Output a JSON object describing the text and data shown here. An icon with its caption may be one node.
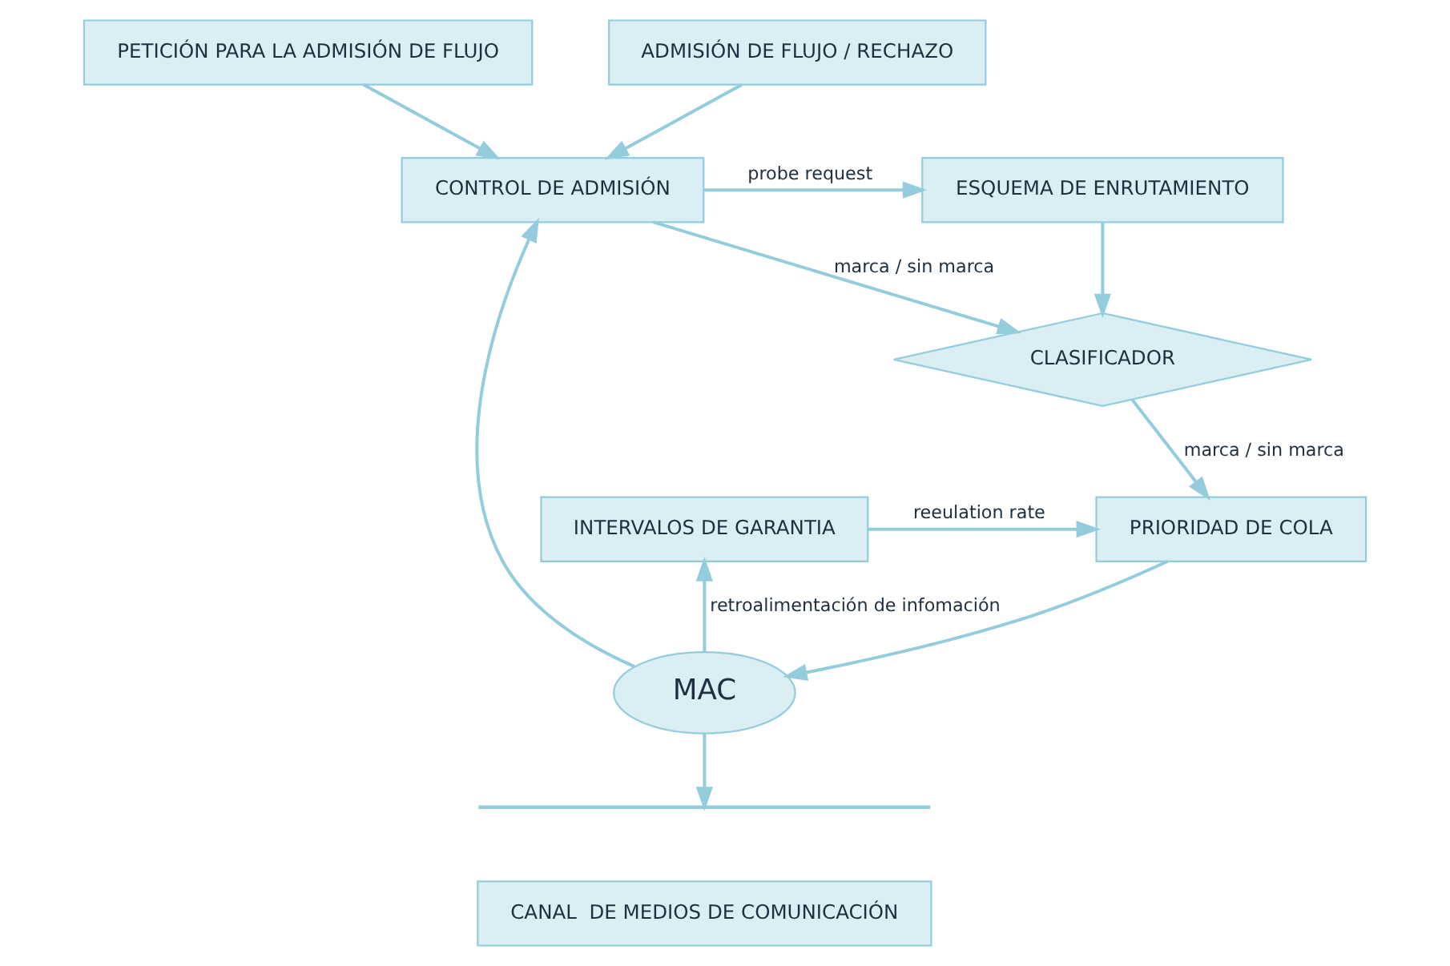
{
  "diagram": {
    "nodes": [
      {
        "text": [
          "PETICIÓN PARA LA ADMISIÓN DE FLUJO"
        ]
      },
      {
        "text": [
          "ADMISIÓN DE FLUJO / RECHAZO"
        ]
      },
      {
        "text": [
          "ESQUEMA DE ENRUTAMIENTO"
        ]
      },
      {
        "text": [
          "CONTROL DE ADMISIÓN"
        ]
      },
      {
        "text": [
          "CLASIFICADOR"
        ]
      },
      {
        "text": [
          "PRIORIDAD DE COLA"
        ]
      },
      {
        "text": [
          "INTERVALOS DE GARANTIA"
        ]
      },
      {
        "text": [
          "MAC"
        ]
      },
      {
        "text": [],
        "shape": "bar"
      },
      {
        "text": [
          "CANAL  DE MEDIOS DE COMUNICACIÓN"
        ]
      }
    ],
    "edges": [
      {
        "from": 0,
        "to": 3,
        "arrow": "to"
      },
      {
        "from": 1,
        "to": 3,
        "arrow": "to"
      },
      {
        "from": 3,
        "to": 2,
        "arrow": "to",
        "label": "probe request"
      },
      {
        "from": 2,
        "to": 4,
        "arrow": "to"
      },
      {
        "from": 3,
        "to": 4,
        "arrow": "to",
        "label": "marca / sin marca"
      },
      {
        "from": 4,
        "to": 5,
        "arrow": "to",
        "label": "marca / sin marca"
      },
      {
        "from": 6,
        "to": 5,
        "arrow": "to",
        "label": "reeulation rate"
      },
      {
        "from": 5,
        "to": 7,
        "arrow": "to"
      },
      {
        "from": 7,
        "to": 6,
        "arrow": "to",
        "label": "retroalimentación de infomación"
      },
      {
        "from": 7,
        "to": 3,
        "arrow": "to"
      },
      {
        "from": 7,
        "to": 8,
        "arrow": "to"
      }
    ]
  }
}
